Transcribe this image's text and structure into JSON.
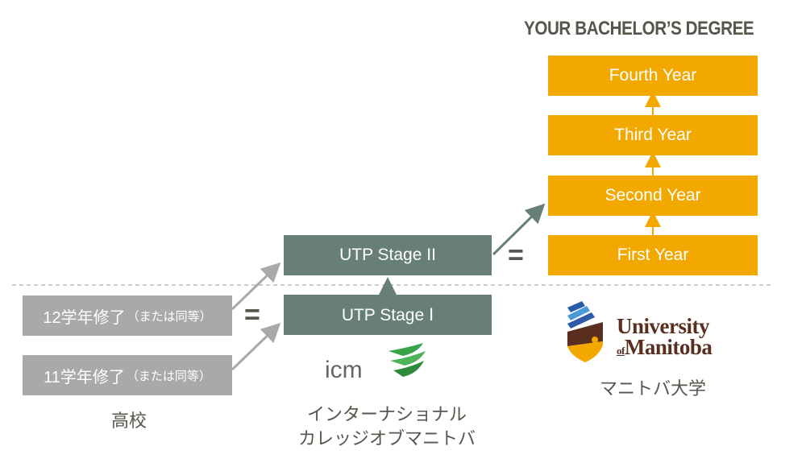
{
  "heading": "YOUR BACHELOR’S DEGREE",
  "university_years": [
    {
      "label": "Fourth Year"
    },
    {
      "label": "Third Year"
    },
    {
      "label": "Second Year"
    },
    {
      "label": "First Year"
    }
  ],
  "utp_stages": [
    {
      "label": "UTP Stage II"
    },
    {
      "label": "UTP Stage Ⅰ"
    }
  ],
  "high_school_levels": [
    {
      "label": "12学年修了",
      "note": "（または同等）"
    },
    {
      "label": "11学年修了",
      "note": "（または同等）"
    }
  ],
  "equals_sign": "=",
  "captions": {
    "high_school": "高校",
    "icm_line1": "インターナショナル",
    "icm_line2": "カレッジオブマニトバ",
    "university": "マニトバ大学"
  },
  "logos": {
    "icm_text": "icm",
    "um_line1": "University",
    "um_of": "of",
    "um_line2": "Manitoba"
  },
  "colors": {
    "year_box": "#f3a800",
    "utp_box": "#687f79",
    "high_school_box": "#a9a9a9",
    "text_dark": "#56564c",
    "um_brown": "#5a2e1f"
  }
}
